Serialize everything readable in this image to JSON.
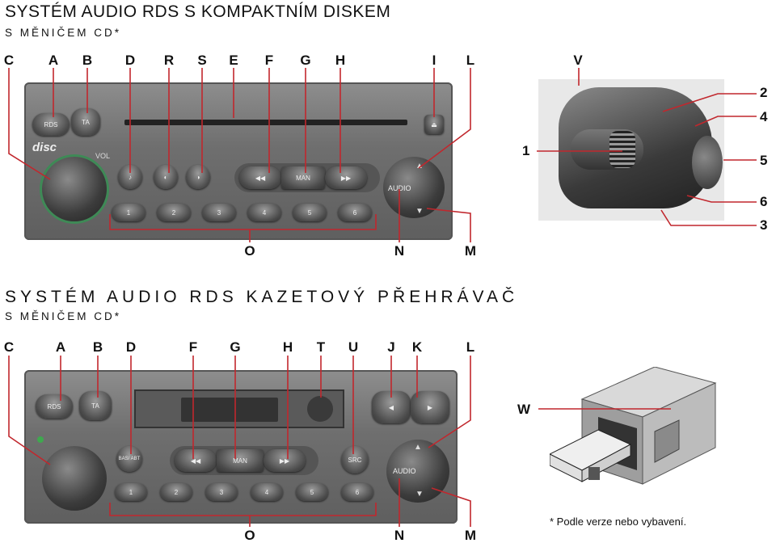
{
  "section1": {
    "title": "SYSTÉM AUDIO RDS S KOMPAKTNÍM DISKEM",
    "subtitle": "S MĚNIČEM CD*",
    "top_labels": [
      "C",
      "A",
      "B",
      "D",
      "R",
      "S",
      "E",
      "F",
      "G",
      "H",
      "I",
      "L"
    ],
    "bottom_labels": [
      "O",
      "N",
      "M"
    ],
    "v_label": "V",
    "right_numbers": [
      "2",
      "4",
      "5",
      "6",
      "3"
    ],
    "left_number": "1",
    "buttons": {
      "rds": "RDS",
      "ta": "TA",
      "man": "MAN",
      "audio": "AUDIO",
      "vol": "VOL",
      "disc": "disc"
    },
    "presets": [
      "1",
      "2",
      "3",
      "4",
      "5",
      "6"
    ]
  },
  "section2": {
    "title": "SYSTÉM AUDIO RDS KAZETOVÝ PŘEHRÁVAČ",
    "subtitle": "S MĚNIČEM CD*",
    "top_labels": [
      "C",
      "A",
      "B",
      "D",
      "F",
      "G",
      "H",
      "T",
      "U",
      "J",
      "K",
      "L"
    ],
    "bottom_labels": [
      "O",
      "N",
      "M"
    ],
    "w_label": "W",
    "buttons": {
      "rds": "RDS",
      "ta": "TA",
      "man": "MAN",
      "audio": "AUDIO",
      "src": "SRC",
      "bass": "BAS/ ABT"
    },
    "presets": [
      "1",
      "2",
      "3",
      "4",
      "5",
      "6"
    ]
  },
  "footnote": "* Podle verze nebo vybavení."
}
